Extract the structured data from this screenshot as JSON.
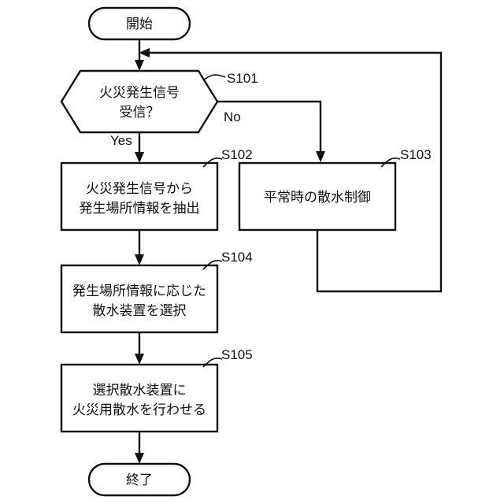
{
  "flowchart": {
    "start": "開始",
    "end": "終了",
    "decision": {
      "id": "S101",
      "lines": [
        "火災発生信号",
        "受信？"
      ],
      "yes": "Yes",
      "no": "No"
    },
    "s102": {
      "id": "S102",
      "lines": [
        "火災発生信号から",
        "発生場所情報を抽出"
      ]
    },
    "s103": {
      "id": "S103",
      "lines": [
        "平常時の散水制御"
      ]
    },
    "s104": {
      "id": "S104",
      "lines": [
        "発生場所情報に応じた",
        "散水装置を選択"
      ]
    },
    "s105": {
      "id": "S105",
      "lines": [
        "選択散水装置に",
        "火災用散水を行わせる"
      ]
    }
  }
}
